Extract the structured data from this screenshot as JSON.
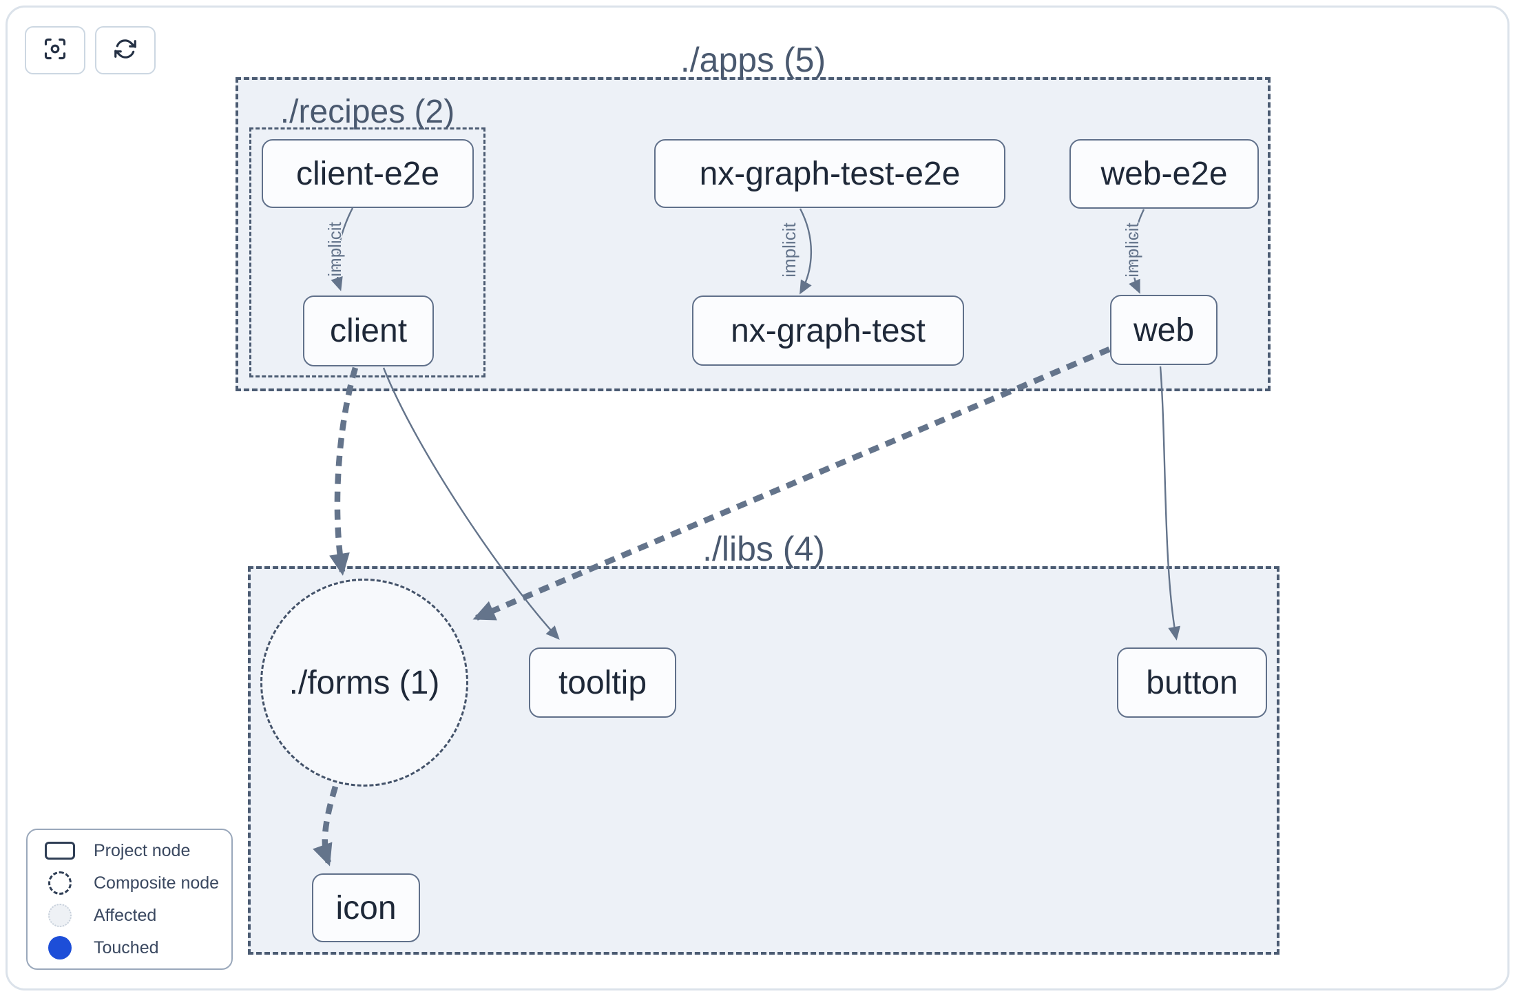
{
  "toolbar": {
    "buttons": [
      {
        "icon": "focus-icon"
      },
      {
        "icon": "refresh-icon"
      }
    ]
  },
  "graph": {
    "groups": {
      "apps": {
        "label": "./apps (5)"
      },
      "recipes": {
        "label": "./recipes (2)"
      },
      "libs": {
        "label": "./libs (4)"
      },
      "forms": {
        "label": "./forms (1)"
      }
    },
    "nodes": {
      "client_e2e": "client-e2e",
      "client": "client",
      "nx_graph_test_e2e": "nx-graph-test-e2e",
      "nx_graph_test": "nx-graph-test",
      "web_e2e": "web-e2e",
      "web": "web",
      "tooltip": "tooltip",
      "button": "button",
      "icon": "icon"
    },
    "edge_label": "implicit",
    "edges": [
      {
        "from": "client-e2e",
        "to": "client",
        "type": "implicit"
      },
      {
        "from": "nx-graph-test-e2e",
        "to": "nx-graph-test",
        "type": "implicit"
      },
      {
        "from": "web-e2e",
        "to": "web",
        "type": "implicit"
      },
      {
        "from": "client",
        "to": "./forms",
        "type": "dashed"
      },
      {
        "from": "client",
        "to": "tooltip",
        "type": "direct"
      },
      {
        "from": "web",
        "to": "./forms",
        "type": "dashed"
      },
      {
        "from": "web",
        "to": "button",
        "type": "direct"
      },
      {
        "from": "./forms",
        "to": "icon",
        "type": "dashed"
      }
    ]
  },
  "legend": {
    "items": [
      {
        "icon": "project-node-icon",
        "label": "Project node"
      },
      {
        "icon": "composite-node-icon",
        "label": "Composite node"
      },
      {
        "icon": "affected-icon",
        "label": "Affected"
      },
      {
        "icon": "touched-icon",
        "label": "Touched",
        "color": "#1d4ed8"
      }
    ]
  },
  "colors": {
    "group_fill": "#edf1f7",
    "group_border": "#4b5b72",
    "edge": "#64748b",
    "node_border": "#60708a",
    "node_text": "#1e2838",
    "touched_blue": "#1d4ed8",
    "page_background": "#ffffff"
  }
}
